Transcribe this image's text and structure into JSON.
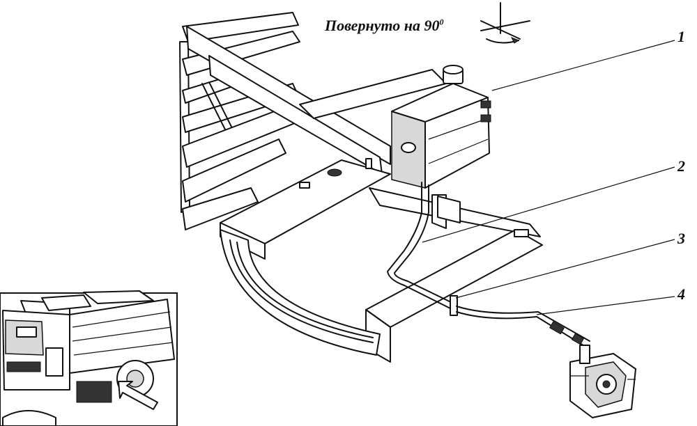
{
  "caption": {
    "text": "Повернуто на 90",
    "degree": "0"
  },
  "callouts": [
    "1",
    "2",
    "3",
    "4"
  ],
  "icons": {
    "rotation": "rotation-axis-icon",
    "inset_arrow": "pointer-arrow-icon"
  }
}
